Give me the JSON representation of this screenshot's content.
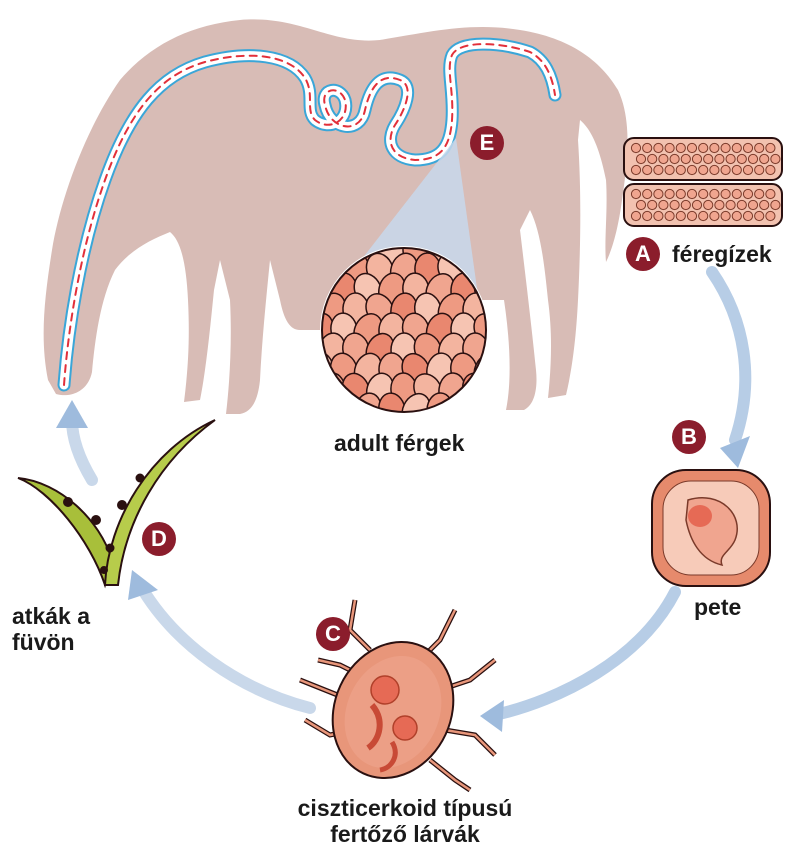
{
  "stages": {
    "A": {
      "letter": "A",
      "label": "féregízek"
    },
    "B": {
      "letter": "B",
      "label": "pete"
    },
    "C": {
      "letter": "C",
      "label_line1": "ciszticerkoid típusú",
      "label_line2": "fertőző lárvák"
    },
    "D": {
      "letter": "D",
      "label_line1": "atkák a",
      "label_line2": "füvön"
    },
    "E": {
      "letter": "E",
      "label": "adult férgek"
    }
  },
  "colors": {
    "horse": "#d8bcb6",
    "gut_outline": "#3aa6d8",
    "gut_dash": "#e2303a",
    "badge": "#8b1d2c",
    "arrow": "#a9c2e0",
    "segment": "#f0a58f",
    "egg_outer": "#e68a6c",
    "grass": "#a8bf3a",
    "mite": "#e8967a"
  }
}
